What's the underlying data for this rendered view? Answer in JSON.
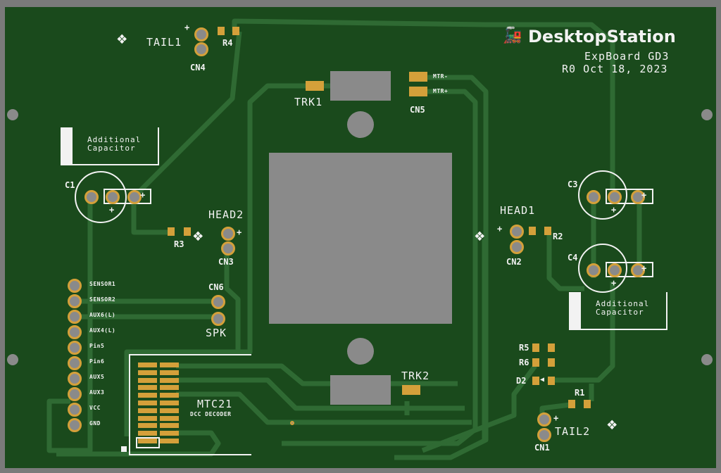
{
  "board": {
    "brand": "DesktopStation",
    "title": "ExpBoard GD3",
    "revision": "R0 Oct 18, 2023",
    "colors": {
      "soldermask": "#1a4a1c",
      "copper_pad": "#d4a03a",
      "silkscreen": "#f2f2f2",
      "trace": "#2f6a33",
      "drill": "#8a8a8a",
      "background": "#7a7a7a"
    }
  },
  "labels": {
    "tail1": "TAIL1",
    "cn4": "CN4",
    "r4": "R4",
    "trk1": "TRK1",
    "mtr_minus": "MTR-",
    "mtr_plus": "MTR+",
    "cn5": "CN5",
    "additional_cap_1": "Additional\nCapacitor",
    "additional_cap_2": "Additional\nCapacitor",
    "c1": "C1",
    "c3": "C3",
    "c4": "C4",
    "head2": "HEAD2",
    "r3": "R3",
    "cn3": "CN3",
    "head1": "HEAD1",
    "r2": "R2",
    "cn2": "CN2",
    "cn6": "CN6",
    "spk": "SPK",
    "trk2": "TRK2",
    "mtc21": "MTC21",
    "dcc_decoder": "DCC DECODER",
    "r5": "R5",
    "r6": "R6",
    "d2": "D2",
    "r1": "R1",
    "tail2": "TAIL2",
    "cn1": "CN1",
    "plus": "+"
  },
  "header_pins": [
    "SENSOR1",
    "SENSOR2",
    "AUX6(L)",
    "AUX4(L)",
    "Pin5",
    "Pin6",
    "AUX5",
    "AUX3",
    "VCC",
    "GND"
  ]
}
